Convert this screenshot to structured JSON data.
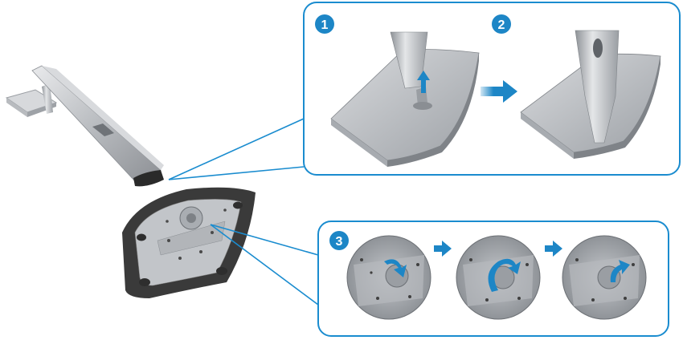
{
  "diagram": {
    "accent_color": "#1d86c6",
    "outline_color": "#1a8ccf",
    "metal_color": "#bfc2c6",
    "dark_color": "#3a3a3a",
    "steps": [
      {
        "number": "1"
      },
      {
        "number": "2"
      },
      {
        "number": "3"
      }
    ]
  }
}
